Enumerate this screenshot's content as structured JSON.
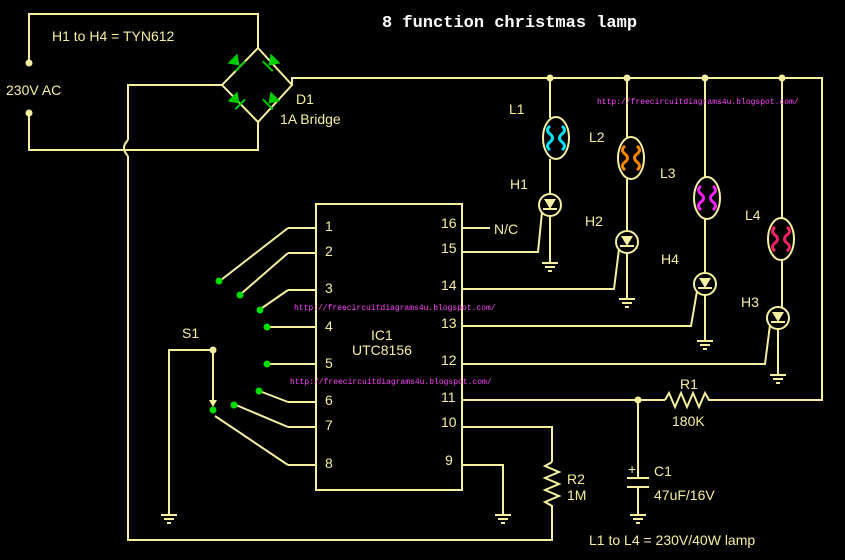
{
  "title": "8 function christmas lamp",
  "labels": {
    "thyristors": "H1 to H4 = TYN612",
    "ac_input": "230V AC",
    "bridge_ref": "D1",
    "bridge_desc": "1A Bridge",
    "ic_ref": "IC1",
    "ic_part": "UTC8156",
    "switch_ref": "S1",
    "nc": "N/C",
    "r1_ref": "R1",
    "r1_val": "180K",
    "r2_ref": "R2",
    "r2_val": "1M",
    "c1_ref": "C1",
    "c1_val": "47uF/16V",
    "lamp_note": "L1 to L4 = 230V/40W lamp"
  },
  "lamps": [
    "L1",
    "L2",
    "L3",
    "L4"
  ],
  "scrs": [
    "H1",
    "H2",
    "H4",
    "H3"
  ],
  "pins_left": [
    "1",
    "2",
    "3",
    "4",
    "5",
    "6",
    "7",
    "8"
  ],
  "pins_right": [
    "16",
    "15",
    "14",
    "13",
    "12",
    "11",
    "10",
    "9"
  ],
  "watermarks": [
    "http://freecircuitdiagrams4u.blogspot.com/",
    "http://freecircuitdiagrams4u.blogspot.com/",
    "http://freecircuitdiagrams4u.blogspot.com/"
  ],
  "colors": {
    "wire": "#f5f0a0",
    "background": "#000000",
    "diode": "#00cc00",
    "L1": "#00e5ff",
    "L2": "#ff8800",
    "L3": "#ff22ff",
    "L4": "#ff2266",
    "watermark": "#ff44ff"
  }
}
